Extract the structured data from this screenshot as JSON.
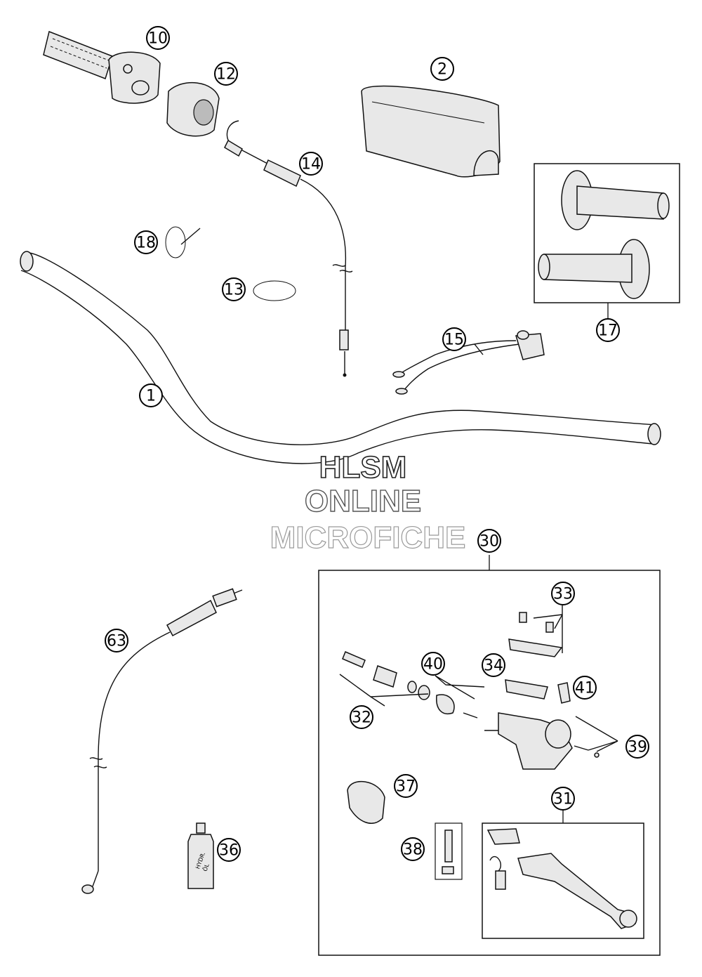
{
  "callouts": [
    {
      "id": "c1",
      "label": "1"
    },
    {
      "id": "c2",
      "label": "2"
    },
    {
      "id": "c10",
      "label": "10"
    },
    {
      "id": "c12",
      "label": "12"
    },
    {
      "id": "c13",
      "label": "13"
    },
    {
      "id": "c14",
      "label": "14"
    },
    {
      "id": "c15",
      "label": "15"
    },
    {
      "id": "c17",
      "label": "17"
    },
    {
      "id": "c18",
      "label": "18"
    },
    {
      "id": "c30",
      "label": "30"
    },
    {
      "id": "c31",
      "label": "31"
    },
    {
      "id": "c32",
      "label": "32"
    },
    {
      "id": "c33",
      "label": "33"
    },
    {
      "id": "c34",
      "label": "34"
    },
    {
      "id": "c36",
      "label": "36"
    },
    {
      "id": "c37",
      "label": "37"
    },
    {
      "id": "c38",
      "label": "38"
    },
    {
      "id": "c39",
      "label": "39"
    },
    {
      "id": "c40",
      "label": "40"
    },
    {
      "id": "c41",
      "label": "41"
    },
    {
      "id": "c63",
      "label": "63"
    }
  ],
  "watermark": {
    "line1": "HLSM",
    "line2": "ONLINE",
    "line3": "MICROFICHE"
  },
  "bottle_label": {
    "line1": "HYDR.",
    "line2": "ÖL"
  }
}
